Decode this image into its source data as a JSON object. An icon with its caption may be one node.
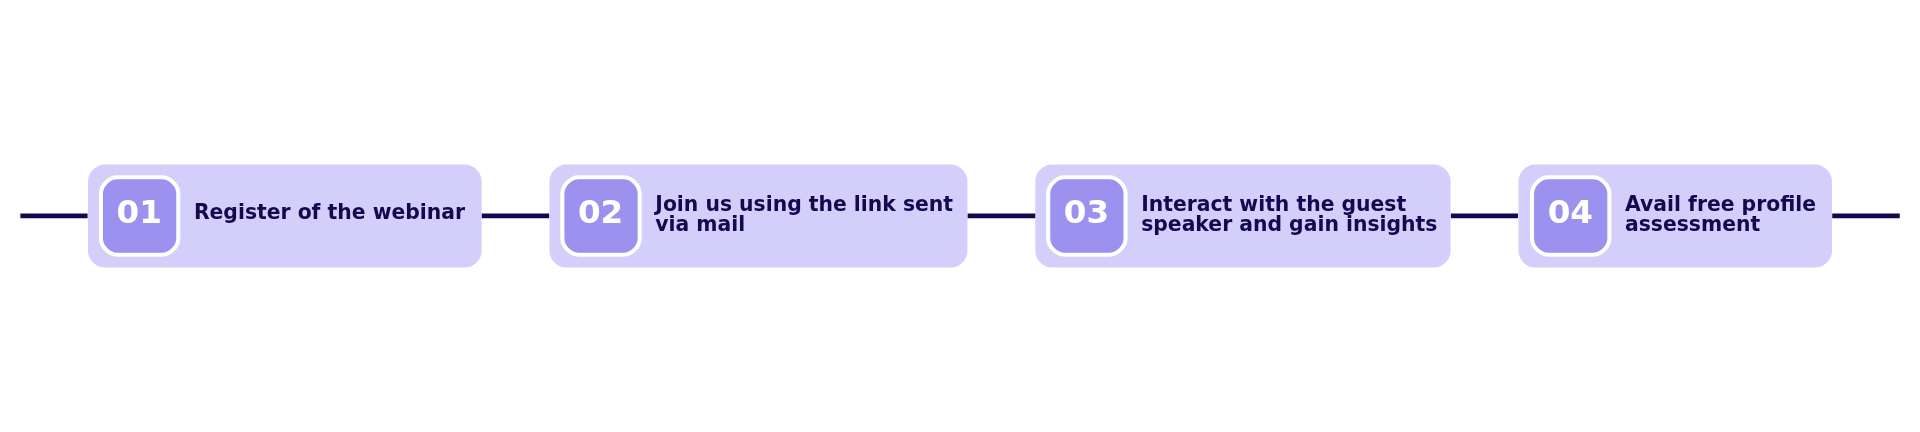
{
  "diagram": {
    "nodes": [
      {
        "text": [
          "01",
          "Register of the webinar"
        ]
      },
      {
        "text": [
          "02",
          "Join us using the link sent via mail"
        ]
      },
      {
        "text": [
          "03",
          "Interact with the guest speaker and gain insights"
        ]
      },
      {
        "text": [
          "04",
          "Avail free profile assessment"
        ]
      }
    ],
    "edges": [
      {
        "from": null,
        "to": 0,
        "arrow": "none"
      },
      {
        "from": 0,
        "to": 1,
        "arrow": "none"
      },
      {
        "from": 1,
        "to": 2,
        "arrow": "none"
      },
      {
        "from": 2,
        "to": 3,
        "arrow": "none"
      },
      {
        "from": 3,
        "to": null,
        "arrow": "none"
      }
    ]
  }
}
